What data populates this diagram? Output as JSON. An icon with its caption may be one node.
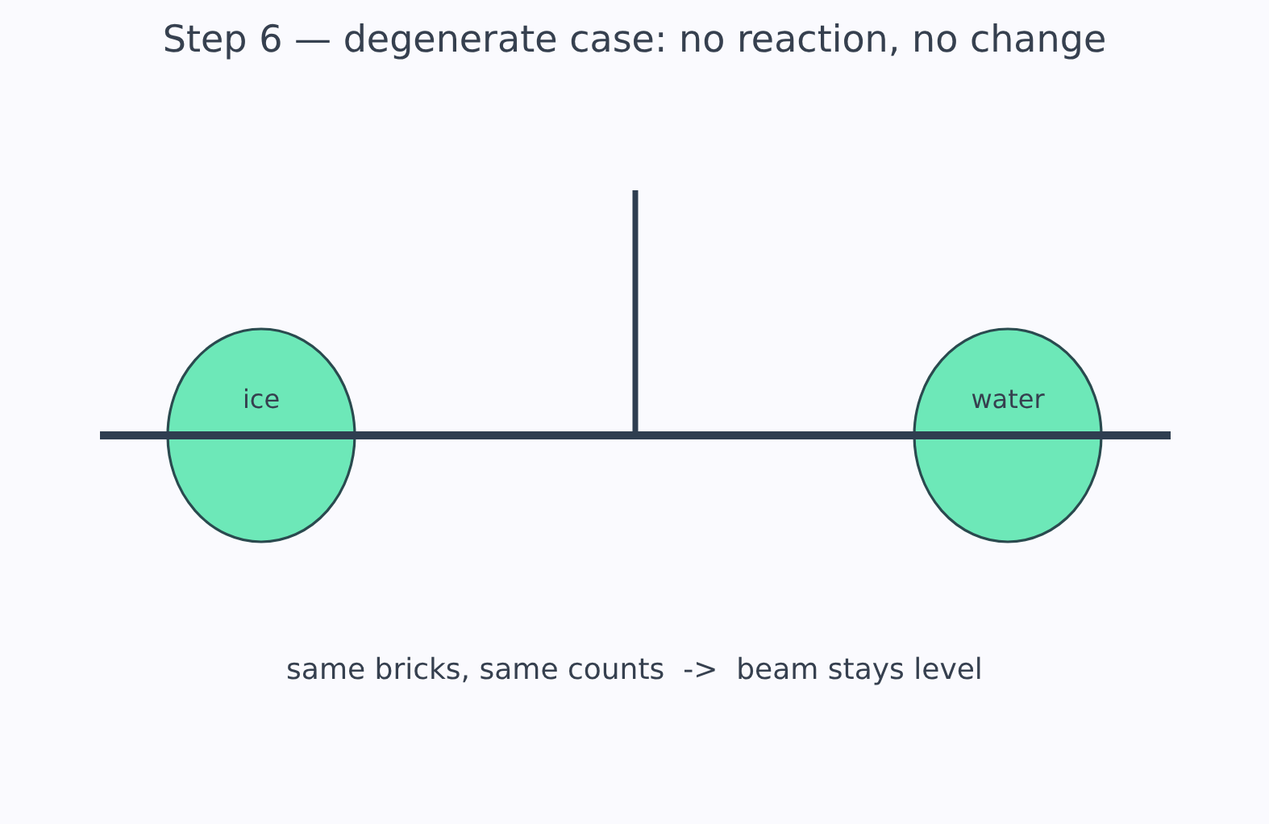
{
  "diagram": {
    "title": "Step 6 — degenerate case: no reaction, no change",
    "nodes": [
      {
        "text": [
          "ice"
        ]
      },
      {
        "text": [
          "water"
        ]
      }
    ],
    "caption": "same bricks, same counts  ->  beam stays level"
  }
}
